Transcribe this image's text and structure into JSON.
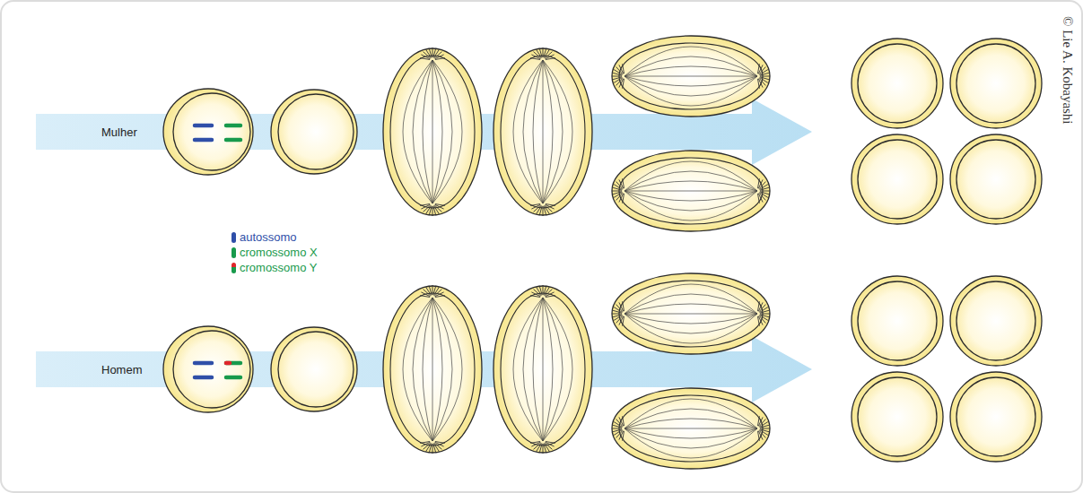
{
  "diagram": {
    "labels": [
      "Mulher",
      "Homem",
      "© Lie A. Kobayashi"
    ],
    "legend": [
      {
        "text": "autossomo",
        "color": "#2f4fa8"
      },
      {
        "text": "cromossomo X",
        "color": "#189a4c"
      },
      {
        "text": "cromossomo Y"
      }
    ]
  }
}
